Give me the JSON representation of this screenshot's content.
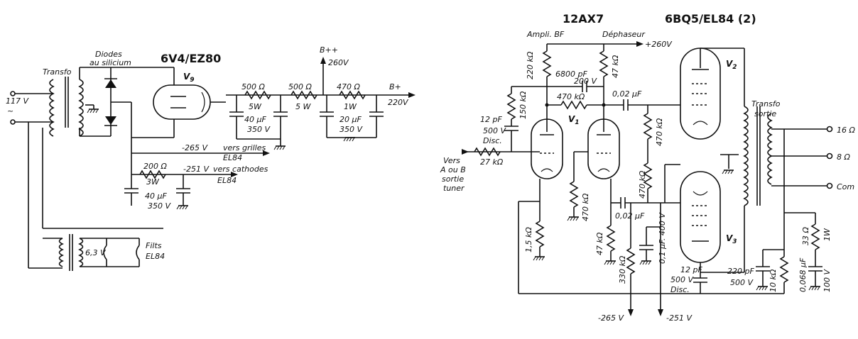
{
  "power": {
    "mains": "117 V",
    "transfo": "Transfo",
    "diodes_line1": "Diodes",
    "diodes_line2": "au silicium",
    "rectifier_tube": "6V4/EZ80",
    "rectifier_ref": "V9",
    "bpp": "B++",
    "v260": "260V",
    "bplus": "B+",
    "v220": "220V",
    "r1": "500 Ω",
    "r1w": "5W",
    "r2": "500 Ω",
    "r2w": "5 W",
    "r3": "470 Ω",
    "r3w": "1W",
    "c1": "40 µF",
    "c1v": "350 V",
    "c2": "20 µF",
    "c2v": "350 V",
    "neg265": "-265 V",
    "vers_grilles": "vers grilles",
    "el84_a": "EL84",
    "r4": "200 Ω",
    "r4w": "3W",
    "neg251": "-251 V",
    "vers_cathodes": "vers cathodes",
    "el84_b": "EL84",
    "c3": "40 µF",
    "c3v": "350 V",
    "heater_v": "6,3 V",
    "fil_line1": "Filts",
    "fil_line2": "EL84"
  },
  "amp": {
    "tube1": "12AX7",
    "ampli": "Ampli. BF",
    "dephaseur": "Déphaseur",
    "tube2": "6BQ5/EL84 (2)",
    "plus260": "+260V",
    "r220k": "220 kΩ",
    "r47k_top": "47 kΩ",
    "c6800": "6800 pF",
    "c6800v": "200 V",
    "r150k": "150 kΩ",
    "r470k_a": "470 kΩ",
    "c002a": "0,02 µF",
    "v2": "V2",
    "v1": "V1",
    "c12pf": "12 pF",
    "c12pfv": "500 V",
    "disc": "Disc.",
    "r470k_b": "470 kΩ",
    "transfo_sortie_1": "Transfo",
    "transfo_sortie_2": "sortie",
    "out16": "16 Ω",
    "out8": "8 Ω",
    "com": "Com",
    "vers": "Vers",
    "aoub": "A ou B",
    "sortie": "sortie",
    "tuner": "tuner",
    "r27k": "27 kΩ",
    "r470k_c": "470 kΩ",
    "r470k_d": "470 kΩ",
    "c002b": "0,02 µF",
    "c01": "0,1 µF. 400 V",
    "r15k": "1,5 kΩ",
    "r47k_b": "47 kΩ",
    "r330k": "330 kΩ",
    "v3": "V3",
    "c12pf_b": "12 pF",
    "c12pf_bv": "500 V",
    "disc_b": "Disc.",
    "c220pf": "220 pF",
    "c220pfv": "500 V",
    "r10k": "10 kΩ",
    "r33": "33 Ω",
    "r33w": "1W",
    "c0068": "0,068 µF",
    "c0068v": "100 V",
    "neg265_b": "-265 V",
    "neg251_b": "-251 V"
  }
}
